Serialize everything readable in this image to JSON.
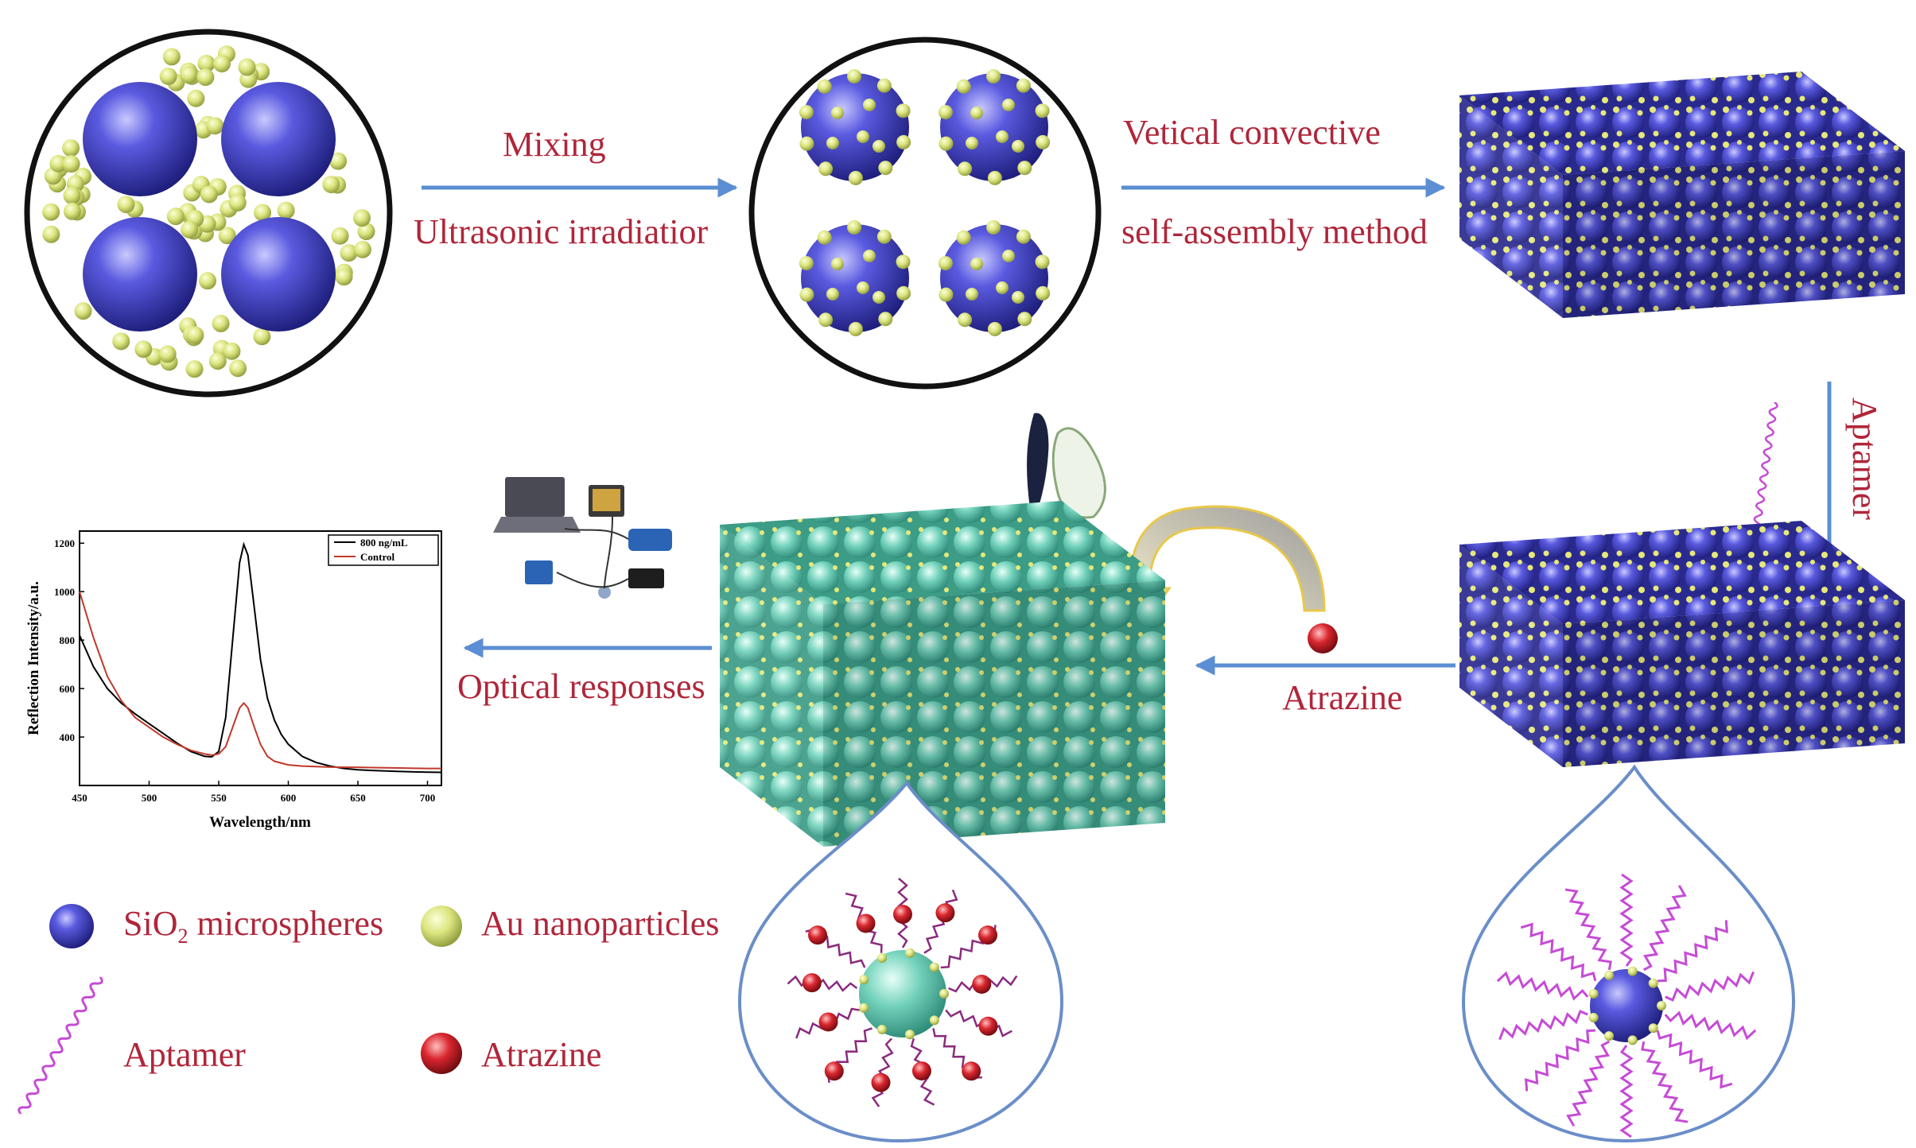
{
  "colors": {
    "label": "#b0263a",
    "arrow": "#5b8ed2",
    "sio2": "#3f3fbf",
    "au": "#d9e27a",
    "aptamer": "#c64bd6",
    "atrazine": "#d4202a",
    "crystal_after": "#6fd1b9"
  },
  "steps": {
    "mixing": "Mixing",
    "ultrasonic": "Ultrasonic irradiatior",
    "vertical": "Vetical convective",
    "self_assembly": "self-assembly method",
    "aptamer_step": "Aptamer",
    "atrazine_step": "Atrazine",
    "optical": "Optical responses"
  },
  "legend": {
    "sio2_text": "SiO",
    "sio2_sub": "2",
    "sio2_rest": " microspheres",
    "au": "Au nanoparticles",
    "aptamer": "Aptamer",
    "atrazine": "Atrazine"
  },
  "icons": {
    "sio2": "blue-sphere-icon",
    "au": "yellow-sphere-icon",
    "aptamer": "helix-icon",
    "atrazine": "red-sphere-icon",
    "setup": "instrument-setup-icon",
    "pipette": "pipette-hand-icon"
  },
  "chart_data": {
    "type": "line",
    "xlabel": "Wavelength/nm",
    "ylabel": "Reflection Intensity/a.u.",
    "xlim": [
      450,
      710
    ],
    "ylim": [
      200,
      1250
    ],
    "xticks": [
      "450",
      "500",
      "550",
      "600",
      "650",
      "700"
    ],
    "yticks": [
      "400",
      "600",
      "800",
      "1000",
      "1200"
    ],
    "legend_position": "top-right",
    "series": [
      {
        "name": "800 ng/mL",
        "color": "#000000",
        "x": [
          450,
          460,
          470,
          480,
          490,
          500,
          510,
          520,
          530,
          540,
          545,
          550,
          555,
          560,
          565,
          568,
          571,
          575,
          580,
          585,
          590,
          595,
          600,
          610,
          620,
          630,
          640,
          650,
          660,
          670,
          680,
          690,
          700,
          710
        ],
        "y": [
          820,
          690,
          600,
          540,
          495,
          455,
          415,
          375,
          340,
          320,
          318,
          340,
          480,
          800,
          1120,
          1195,
          1150,
          960,
          720,
          560,
          470,
          410,
          370,
          320,
          295,
          280,
          270,
          265,
          262,
          260,
          258,
          256,
          255,
          254
        ]
      },
      {
        "name": "Control",
        "color": "#c0392b",
        "x": [
          450,
          460,
          470,
          480,
          490,
          500,
          510,
          520,
          530,
          540,
          545,
          550,
          555,
          560,
          565,
          568,
          571,
          575,
          580,
          585,
          590,
          600,
          610,
          620,
          630,
          640,
          650,
          660,
          670,
          680,
          690,
          700,
          710
        ],
        "y": [
          1000,
          810,
          650,
          550,
          480,
          440,
          400,
          370,
          345,
          330,
          325,
          330,
          360,
          440,
          520,
          540,
          520,
          450,
          370,
          320,
          300,
          285,
          280,
          278,
          276,
          275,
          275,
          274,
          273,
          272,
          271,
          270,
          270
        ]
      }
    ]
  }
}
